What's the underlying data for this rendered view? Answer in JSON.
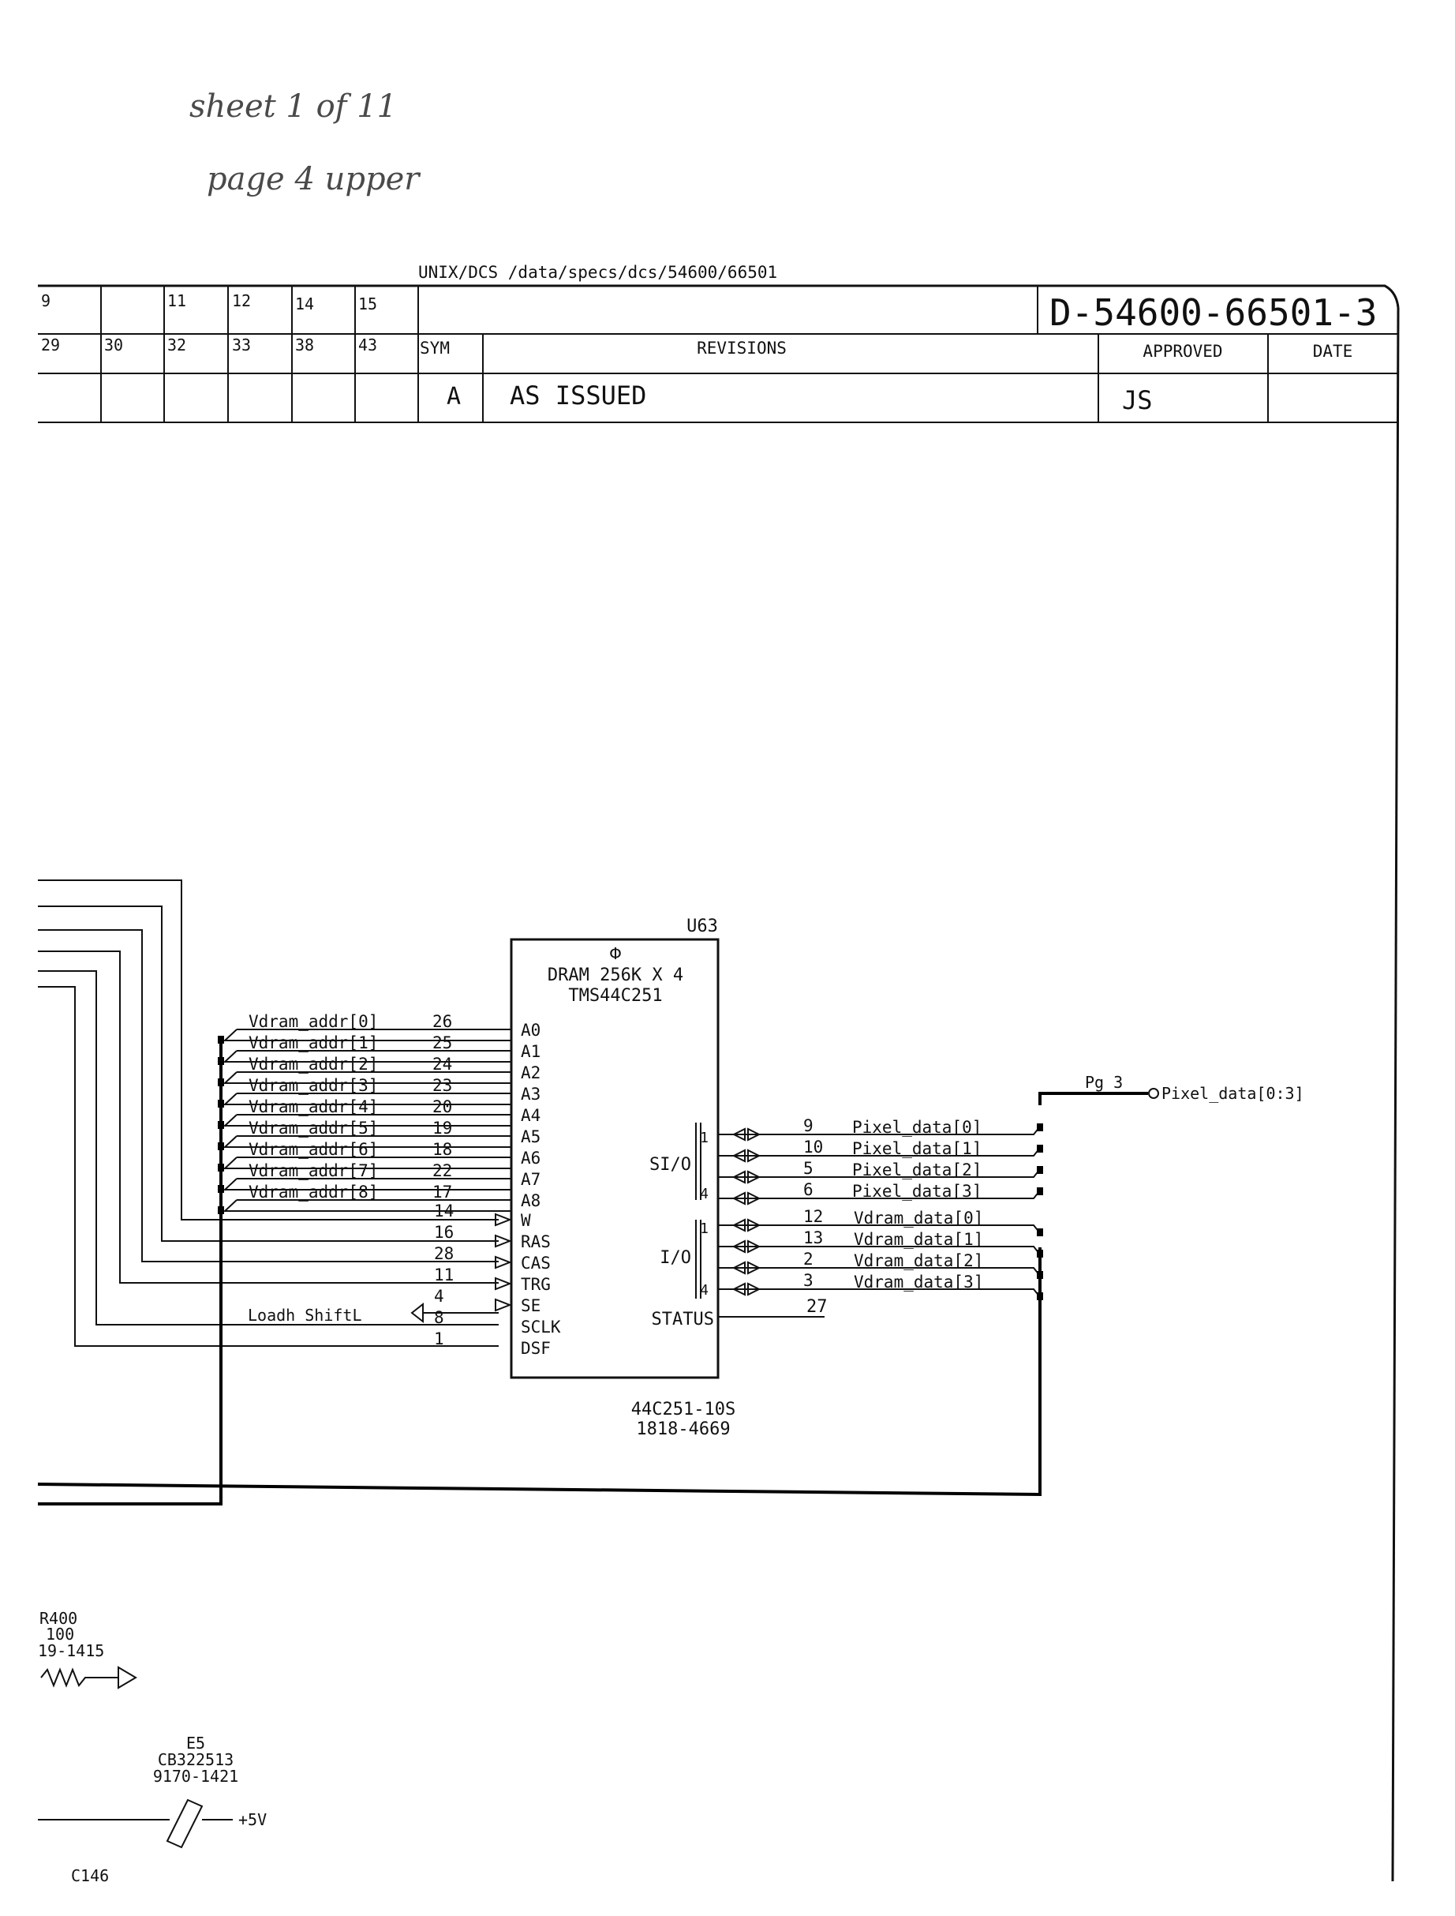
{
  "handwritten": {
    "line1": "sheet 1 of 11",
    "line2": "page 4 upper"
  },
  "header": {
    "path": "UNIX/DCS  /data/specs/dcs/54600/66501",
    "doc_number": "D-54600-66501-3",
    "col_row1": [
      "9",
      "",
      "11",
      "12",
      "14",
      "15"
    ],
    "col_row2": [
      "29",
      "30",
      "32",
      "33",
      "38",
      "43"
    ],
    "sym_label": "SYM",
    "revisions_label": "REVISIONS",
    "approved_label": "APPROVED",
    "date_label": "DATE",
    "rev_sym": "A",
    "rev_desc": "AS ISSUED",
    "rev_approved": "JS"
  },
  "chip": {
    "ref": "U63",
    "phi": "Φ",
    "title1": "DRAM 256K X 4",
    "title2": "TMS44C251",
    "part1": "44C251-10S",
    "part2": "1818-4669",
    "si_label": "SI/O",
    "io_label": "I/O",
    "status_label": "STATUS",
    "status_pin": "27"
  },
  "left_pins": [
    {
      "net": "Vdram_addr[0]",
      "num": "26",
      "pin": "A0"
    },
    {
      "net": "Vdram_addr[1]",
      "num": "25",
      "pin": "A1"
    },
    {
      "net": "Vdram_addr[2]",
      "num": "24",
      "pin": "A2"
    },
    {
      "net": "Vdram_addr[3]",
      "num": "23",
      "pin": "A3"
    },
    {
      "net": "Vdram_addr[4]",
      "num": "20",
      "pin": "A4"
    },
    {
      "net": "Vdram_addr[5]",
      "num": "19",
      "pin": "A5"
    },
    {
      "net": "Vdram_addr[6]",
      "num": "18",
      "pin": "A6"
    },
    {
      "net": "Vdram_addr[7]",
      "num": "22",
      "pin": "A7"
    },
    {
      "net": "Vdram_addr[8]",
      "num": "17",
      "pin": "A8"
    }
  ],
  "control_pins": [
    {
      "num": "14",
      "pin": "W"
    },
    {
      "num": "16",
      "pin": "RAS"
    },
    {
      "num": "28",
      "pin": "CAS"
    },
    {
      "num": "11",
      "pin": "TRG"
    },
    {
      "num": "4",
      "pin": "SE"
    },
    {
      "num": "8",
      "pin": "SCLK"
    },
    {
      "num": "1",
      "pin": "DSF"
    }
  ],
  "loadh_net": "Loadh_ShiftL",
  "sio_pins": [
    {
      "num": "9",
      "net": "Pixel_data[0]"
    },
    {
      "num": "10",
      "net": "Pixel_data[1]"
    },
    {
      "num": "5",
      "net": "Pixel_data[2]"
    },
    {
      "num": "6",
      "net": "Pixel_data[3]"
    }
  ],
  "io_pins": [
    {
      "num": "12",
      "net": "Vdram_data[0]"
    },
    {
      "num": "13",
      "net": "Vdram_data[1]"
    },
    {
      "num": "2",
      "net": "Vdram_data[2]"
    },
    {
      "num": "3",
      "net": "Vdram_data[3]"
    }
  ],
  "bit_top": "1",
  "bit_bottom": "4",
  "offpage": {
    "page": "Pg 3",
    "net": "Pixel_data[0:3]"
  },
  "resistor": {
    "ref": "R400",
    "value": "100",
    "part": "19-1415"
  },
  "ferrite": {
    "ref": "E5",
    "part1": "CB322513",
    "part2": "9170-1421",
    "rail": "+5V"
  },
  "cap": {
    "ref": "C146"
  }
}
